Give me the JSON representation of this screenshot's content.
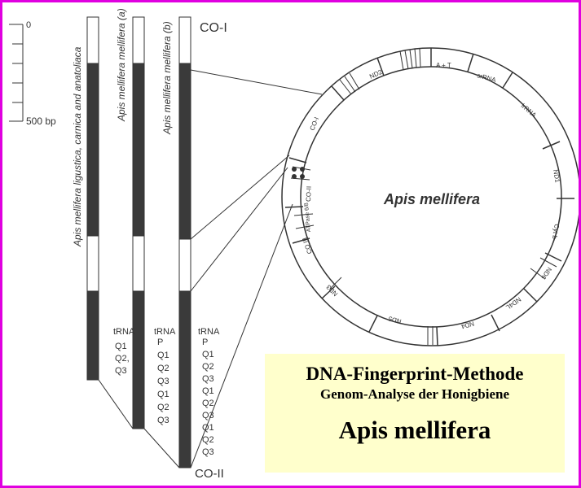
{
  "scale": {
    "zero_label": "0",
    "bp_label": "500 bp"
  },
  "columns": [
    {
      "heading": "Apis mellifera ligustica, carnica and anatoliaca",
      "trna_header": "tRNA",
      "trna": [
        "Q1",
        "Q2,",
        "Q3"
      ]
    },
    {
      "heading": "Apis mellifera mellifera (a)",
      "trna_header": "tRNA",
      "trna": [
        "P",
        "Q1",
        "Q2",
        "Q3",
        "Q1",
        "Q2",
        "Q3"
      ]
    },
    {
      "heading": "Apis mellifera mellifera (b)",
      "trna_header": "tRNA",
      "trna": [
        "P",
        "Q1",
        "Q2",
        "Q3",
        "Q1",
        "Q2",
        "Q3",
        "Q1",
        "Q2",
        "Q3"
      ]
    }
  ],
  "gene_labels": {
    "co1_top": "CO-I",
    "co2_bottom": "CO-II"
  },
  "circle": {
    "center_label": "Apis mellifera",
    "genes": [
      "A + T",
      "srRNA",
      "lrRNA",
      "ND1",
      "Cyt b",
      "ND6",
      "ND4L",
      "ND4",
      "ND5",
      "ND3",
      "CO III",
      "ATPase 6/8",
      "CO-II",
      "CO-I",
      "ND2"
    ]
  },
  "caption": {
    "title": "DNA-Fingerprint-Methode",
    "subtitle": "Genom-Analyse der Honigbiene",
    "species": "Apis mellifera"
  },
  "colors": {
    "border": "#e000e0",
    "caption_bg": "#ffffcc",
    "ink": "#333333",
    "bar_dark": "#3a3a3a"
  }
}
